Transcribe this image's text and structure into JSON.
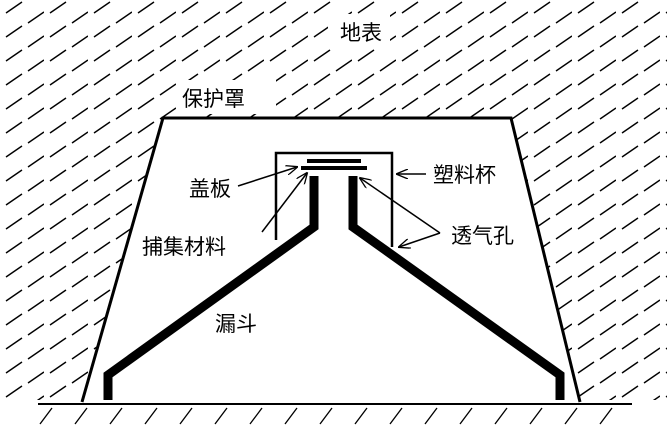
{
  "labels": {
    "surface": "地表",
    "cover": "保护罩",
    "lid": "盖板",
    "plastic_cup": "塑料杯",
    "collecting_material": "捕集材料",
    "vent_holes": "透气孔",
    "funnel": "漏斗"
  },
  "colors": {
    "line": "#000000",
    "background": "#ffffff"
  }
}
